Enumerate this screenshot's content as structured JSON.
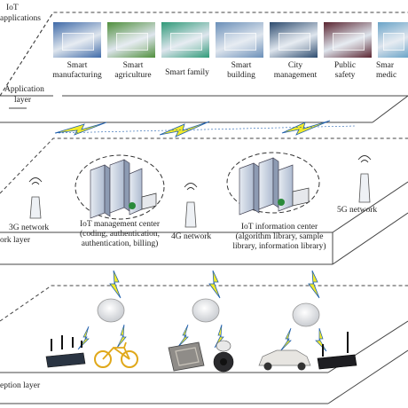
{
  "layers": {
    "application": {
      "title_line1": "IoT",
      "title_line2": "applications",
      "name_line1": "Application",
      "name_line2": "layer"
    },
    "network": {
      "name": "ork layer"
    },
    "perception": {
      "name": "eption layer"
    }
  },
  "applications": [
    {
      "line1": "Smart",
      "line2": "manufacturing",
      "icon": "factory-robot-icon",
      "color": "#3f6aa8"
    },
    {
      "line1": "Smart",
      "line2": "agriculture",
      "icon": "greenhouse-icon",
      "color": "#4f8f3c"
    },
    {
      "line1": "Smart family",
      "line2": "",
      "icon": "smart-home-icon",
      "color": "#2f9a78"
    },
    {
      "line1": "Smart",
      "line2": "building",
      "icon": "building-icon",
      "color": "#6a8fb8"
    },
    {
      "line1": "City",
      "line2": "management",
      "icon": "city-skyline-icon",
      "color": "#2d4b6e"
    },
    {
      "line1": "Public",
      "line2": "safety",
      "icon": "surveillance-wall-icon",
      "color": "#5a2430"
    },
    {
      "line1": "Smar",
      "line2": "medic",
      "icon": "medical-icon",
      "color": "#6aa4c8"
    }
  ],
  "network_nodes": {
    "net_3g": "3G network",
    "net_4g": "4G network",
    "net_5g": "5G network",
    "mgmt_line1": "IoT management center",
    "mgmt_line2": "(coding, authentication,",
    "mgmt_line3": "authentication, billing)",
    "info_line1": "IoT information center",
    "info_line2": "(algorithm library, sample",
    "info_line3": "library, information library)"
  },
  "colors": {
    "lightning": "#f2ea2a",
    "lightning_outline": "#1f5fae",
    "platform_stroke": "#444444"
  }
}
